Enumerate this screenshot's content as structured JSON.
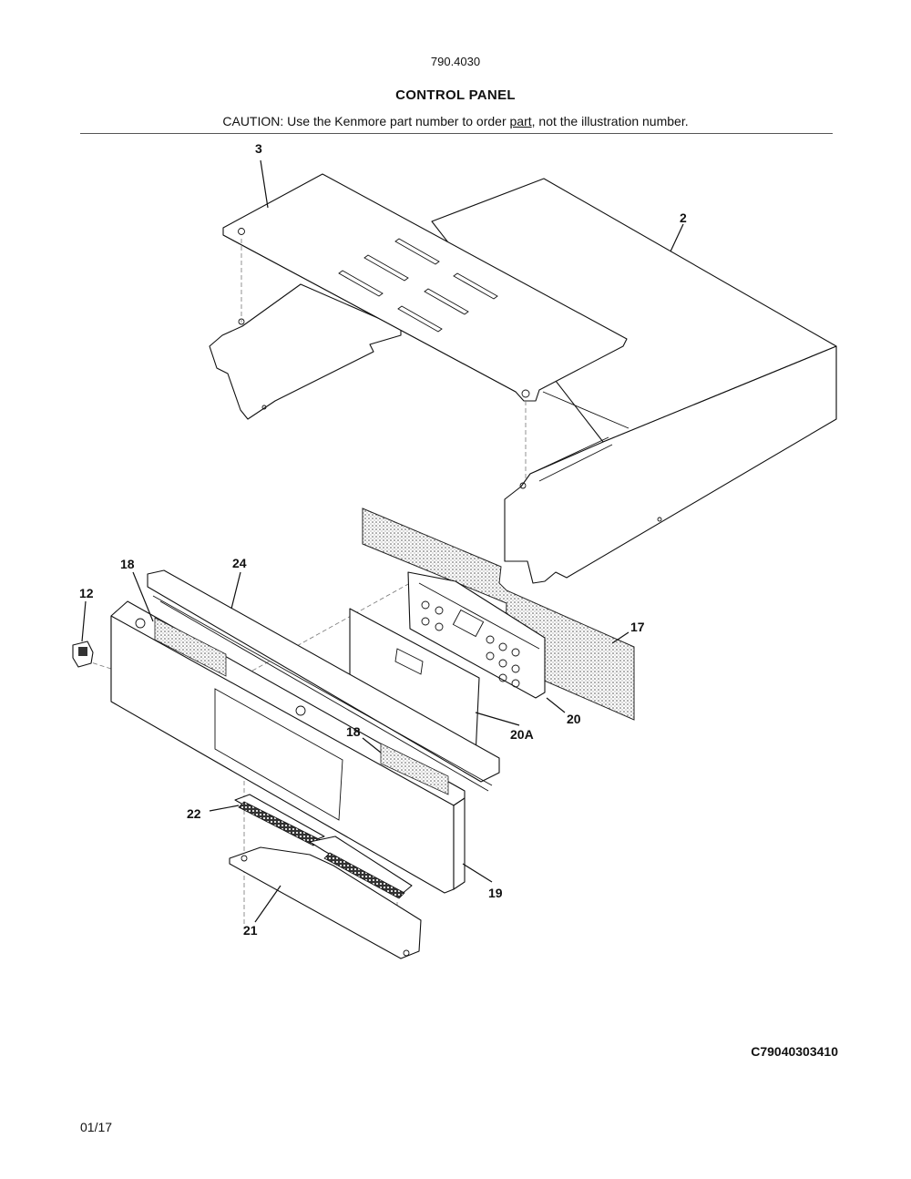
{
  "header": {
    "model": "790.4030",
    "title": "CONTROL PANEL",
    "caution_prefix": "CAUTION: Use the Kenmore part number to order ",
    "caution_link": "part",
    "caution_suffix": ", not the illustration number."
  },
  "callouts": {
    "c3": "3",
    "c2": "2",
    "c18a": "18",
    "c24": "24",
    "c12": "12",
    "c17": "17",
    "c20": "20",
    "c20a": "20A",
    "c18b": "18",
    "c22": "22",
    "c19": "19",
    "c21": "21"
  },
  "footer": {
    "drawing_code": "C79040303410",
    "date": "01/17"
  }
}
